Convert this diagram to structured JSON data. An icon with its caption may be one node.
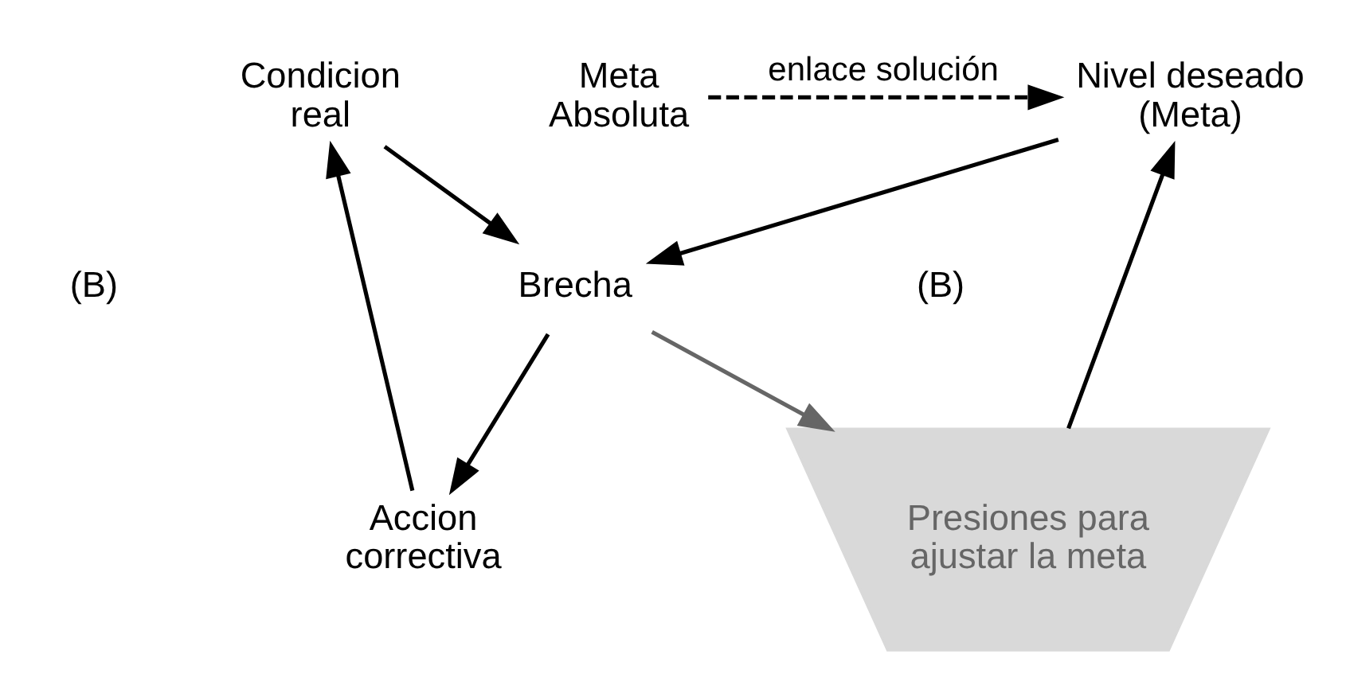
{
  "diagram": {
    "nodes": [
      {
        "text": [
          "Condicion real"
        ]
      },
      {
        "text": [
          "Brecha"
        ]
      },
      {
        "text": [
          "Nivel deseado (Meta)"
        ]
      },
      {
        "text": [
          "Accion correctiva"
        ]
      },
      {
        "text": [
          "Presiones para ajustar la meta"
        ]
      },
      {
        "text": [
          "Meta Absoluta"
        ]
      }
    ],
    "edges": [
      {
        "from": 0,
        "to": 1,
        "arrow": "to"
      },
      {
        "from": 2,
        "to": 1,
        "arrow": "to"
      },
      {
        "from": 1,
        "to": 3,
        "arrow": "to"
      },
      {
        "from": 3,
        "to": 0,
        "arrow": "to"
      },
      {
        "from": 1,
        "to": 4,
        "arrow": "to",
        "color": "#666666"
      },
      {
        "from": 4,
        "to": 2,
        "arrow": "to"
      },
      {
        "from": 5,
        "to": 2,
        "arrow": "to",
        "style": "dashed",
        "label": "enlace solución"
      }
    ],
    "labels": [
      "(B)",
      "(B)"
    ]
  }
}
